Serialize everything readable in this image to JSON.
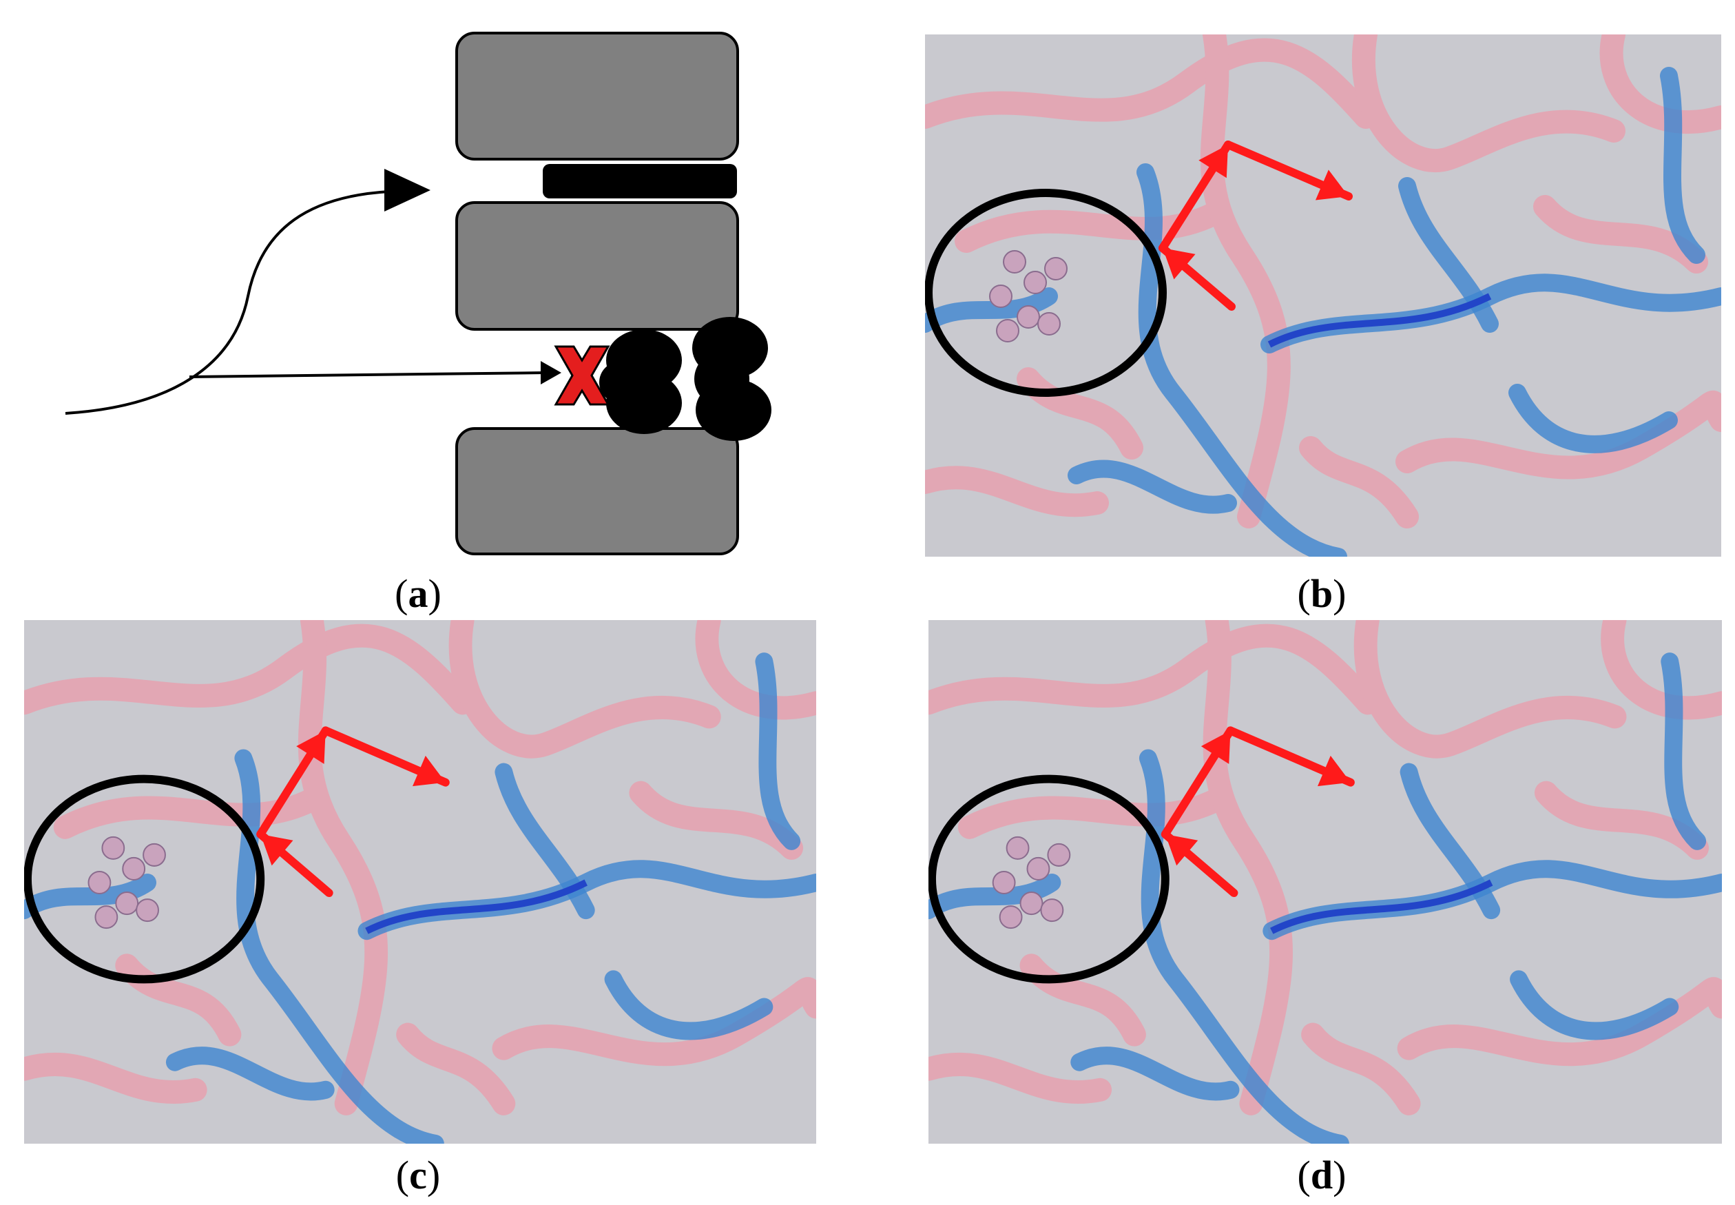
{
  "figure": {
    "captions": [
      {
        "open": "(",
        "letter": "a",
        "close": ")"
      },
      {
        "open": "(",
        "letter": "b",
        "close": ")"
      },
      {
        "open": "(",
        "letter": "c",
        "close": ")"
      },
      {
        "open": "(",
        "letter": "d",
        "close": ")"
      }
    ]
  },
  "colors": {
    "block": "#808080",
    "disc": "#000000",
    "arrow_red": "#ff1a1a",
    "cross_red": "#e41e1e",
    "circle": "#000000",
    "stain_pink": "#e2a7b4",
    "stain_blue": "#3f86cf",
    "stain_dark_blue": "#2245c8",
    "background": "#c9c9cf"
  },
  "icons": {
    "blocked": "red-x-icon",
    "flow_arrow": "arrowhead-icon"
  }
}
